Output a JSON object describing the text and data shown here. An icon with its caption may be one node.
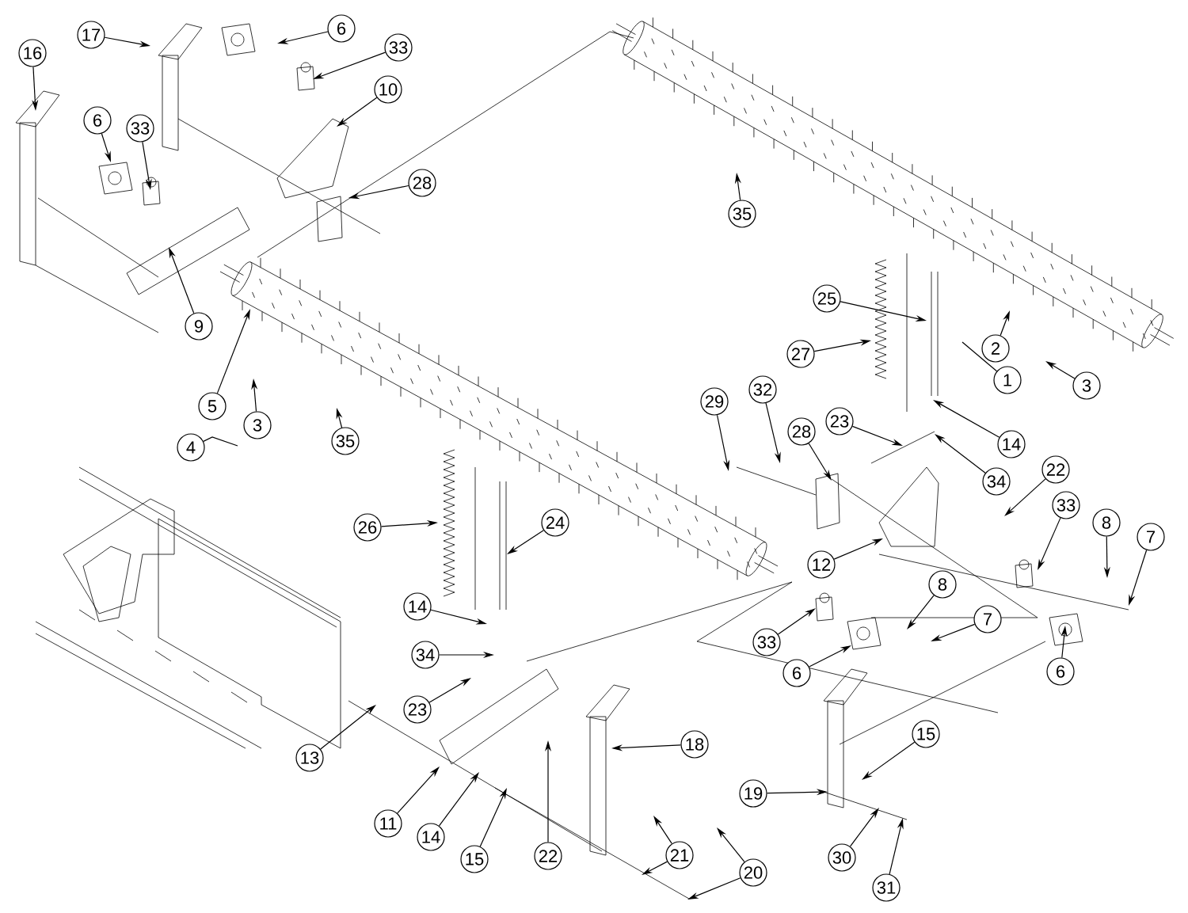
{
  "diagram": {
    "nodes": [
      {
        "text": [
          "16"
        ]
      },
      {
        "text": [
          "17"
        ]
      },
      {
        "text": [
          "6"
        ]
      },
      {
        "text": [
          "33"
        ]
      },
      {
        "text": [
          "10"
        ]
      },
      {
        "text": [
          "6"
        ]
      },
      {
        "text": [
          "33"
        ]
      },
      {
        "text": [
          "28"
        ]
      },
      {
        "text": [
          "9"
        ]
      },
      {
        "text": [
          "35"
        ]
      },
      {
        "text": [
          "5"
        ]
      },
      {
        "text": [
          "3"
        ]
      },
      {
        "text": [
          "4"
        ]
      },
      {
        "text": [
          "35"
        ]
      },
      {
        "text": [
          "2"
        ]
      },
      {
        "text": [
          "1"
        ]
      },
      {
        "text": [
          "3"
        ]
      },
      {
        "text": [
          "25"
        ]
      },
      {
        "text": [
          "27"
        ]
      },
      {
        "text": [
          "29"
        ]
      },
      {
        "text": [
          "32"
        ]
      },
      {
        "text": [
          "28"
        ]
      },
      {
        "text": [
          "23"
        ]
      },
      {
        "text": [
          "14"
        ]
      },
      {
        "text": [
          "34"
        ]
      },
      {
        "text": [
          "22"
        ]
      },
      {
        "text": [
          "33"
        ]
      },
      {
        "text": [
          "8"
        ]
      },
      {
        "text": [
          "7"
        ]
      },
      {
        "text": [
          "12"
        ]
      },
      {
        "text": [
          "26"
        ]
      },
      {
        "text": [
          "24"
        ]
      },
      {
        "text": [
          "14"
        ]
      },
      {
        "text": [
          "34"
        ]
      },
      {
        "text": [
          "23"
        ]
      },
      {
        "text": [
          "13"
        ]
      },
      {
        "text": [
          "11"
        ]
      },
      {
        "text": [
          "14"
        ]
      },
      {
        "text": [
          "15"
        ]
      },
      {
        "text": [
          "22"
        ]
      },
      {
        "text": [
          "18"
        ]
      },
      {
        "text": [
          "21"
        ]
      },
      {
        "text": [
          "19"
        ]
      },
      {
        "text": [
          "20"
        ]
      },
      {
        "text": [
          "15"
        ]
      },
      {
        "text": [
          "30"
        ]
      },
      {
        "text": [
          "31"
        ]
      },
      {
        "text": [
          "33"
        ]
      },
      {
        "text": [
          "6"
        ]
      },
      {
        "text": [
          "8"
        ]
      },
      {
        "text": [
          "7"
        ]
      },
      {
        "text": [
          "6"
        ]
      }
    ],
    "edges": [
      {
        "from": 0,
        "to": null,
        "arrow": "to"
      },
      {
        "from": 1,
        "to": null,
        "arrow": "to"
      },
      {
        "from": 2,
        "to": null,
        "arrow": "to"
      },
      {
        "from": 3,
        "to": null,
        "arrow": "to"
      },
      {
        "from": 4,
        "to": null,
        "arrow": "to"
      },
      {
        "from": 5,
        "to": null,
        "arrow": "to"
      },
      {
        "from": 6,
        "to": null,
        "arrow": "to"
      },
      {
        "from": 7,
        "to": null,
        "arrow": "to"
      },
      {
        "from": 8,
        "to": null,
        "arrow": "to"
      },
      {
        "from": 9,
        "to": null,
        "arrow": "to"
      },
      {
        "from": 10,
        "to": null,
        "arrow": "to"
      },
      {
        "from": 11,
        "to": null,
        "arrow": "to"
      },
      {
        "from": 12,
        "to": null,
        "arrow": "none"
      },
      {
        "from": 13,
        "to": null,
        "arrow": "to"
      },
      {
        "from": 14,
        "to": null,
        "arrow": "to"
      },
      {
        "from": 15,
        "to": null,
        "arrow": "none"
      },
      {
        "from": 16,
        "to": null,
        "arrow": "to"
      },
      {
        "from": 17,
        "to": null,
        "arrow": "to"
      },
      {
        "from": 18,
        "to": null,
        "arrow": "to"
      },
      {
        "from": 19,
        "to": null,
        "arrow": "to"
      },
      {
        "from": 20,
        "to": null,
        "arrow": "to"
      },
      {
        "from": 21,
        "to": null,
        "arrow": "to"
      },
      {
        "from": 22,
        "to": null,
        "arrow": "to"
      },
      {
        "from": 23,
        "to": null,
        "arrow": "to"
      },
      {
        "from": 24,
        "to": null,
        "arrow": "to"
      },
      {
        "from": 25,
        "to": null,
        "arrow": "to"
      },
      {
        "from": 26,
        "to": null,
        "arrow": "to"
      },
      {
        "from": 27,
        "to": null,
        "arrow": "to"
      },
      {
        "from": 28,
        "to": null,
        "arrow": "to"
      },
      {
        "from": 29,
        "to": null,
        "arrow": "to"
      },
      {
        "from": 30,
        "to": null,
        "arrow": "to"
      },
      {
        "from": 31,
        "to": null,
        "arrow": "to"
      },
      {
        "from": 32,
        "to": null,
        "arrow": "to"
      },
      {
        "from": 33,
        "to": null,
        "arrow": "to"
      },
      {
        "from": 34,
        "to": null,
        "arrow": "to"
      },
      {
        "from": 35,
        "to": null,
        "arrow": "to"
      },
      {
        "from": 36,
        "to": null,
        "arrow": "to"
      },
      {
        "from": 37,
        "to": null,
        "arrow": "to"
      },
      {
        "from": 38,
        "to": null,
        "arrow": "to"
      },
      {
        "from": 39,
        "to": null,
        "arrow": "to"
      },
      {
        "from": 40,
        "to": null,
        "arrow": "to"
      },
      {
        "from": 41,
        "to": null,
        "arrow": "to"
      },
      {
        "from": 42,
        "to": null,
        "arrow": "to"
      },
      {
        "from": 43,
        "to": null,
        "arrow": "to"
      },
      {
        "from": 44,
        "to": null,
        "arrow": "to"
      },
      {
        "from": 45,
        "to": null,
        "arrow": "to"
      },
      {
        "from": 46,
        "to": null,
        "arrow": "to"
      },
      {
        "from": 47,
        "to": null,
        "arrow": "to"
      },
      {
        "from": 48,
        "to": null,
        "arrow": "to"
      },
      {
        "from": 49,
        "to": null,
        "arrow": "to"
      },
      {
        "from": 50,
        "to": null,
        "arrow": "to"
      },
      {
        "from": 51,
        "to": null,
        "arrow": "to"
      },
      {
        "from": 41,
        "to": null,
        "arrow": "to"
      },
      {
        "from": 43,
        "to": null,
        "arrow": "to"
      }
    ]
  }
}
